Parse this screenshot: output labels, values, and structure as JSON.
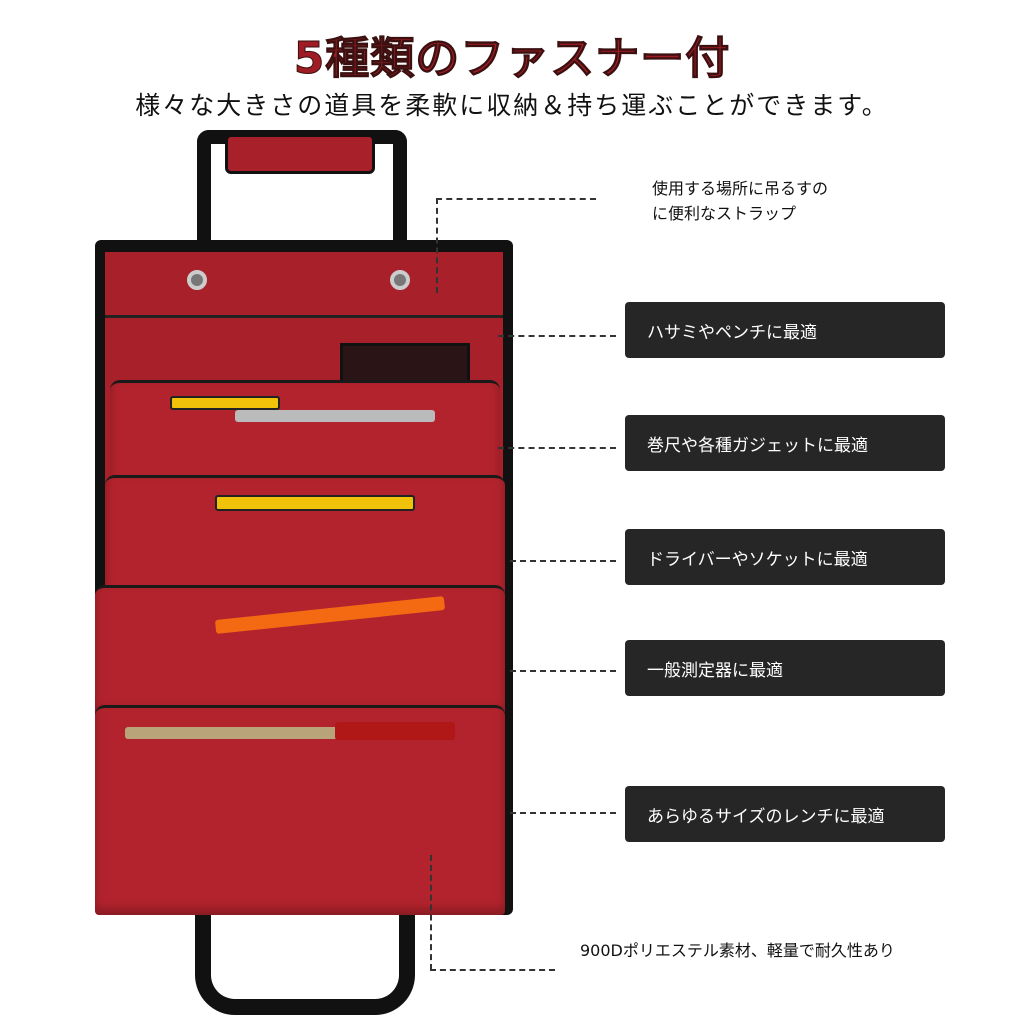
{
  "title": "5種類のファスナー付",
  "subtitle": "様々な大きさの道具を柔軟に収納＆持ち運ぶことができます。",
  "callouts": [
    {
      "text_line1": "使用する場所に吊るすの",
      "text_line2": "に便利なストラップ"
    },
    {
      "text": "ハサミやペンチに最適"
    },
    {
      "text": "巻尺や各種ガジェットに最適"
    },
    {
      "text": "ドライバーやソケットに最適"
    },
    {
      "text": "一般測定器に最適"
    },
    {
      "text": "あらゆるサイズのレンチに最適"
    },
    {
      "text": "900Dポリエステル素材、軽量で耐久性あり"
    }
  ],
  "colors": {
    "title": "#a01c24",
    "bag_red": "#a8202a",
    "label_bg": "#262626"
  }
}
